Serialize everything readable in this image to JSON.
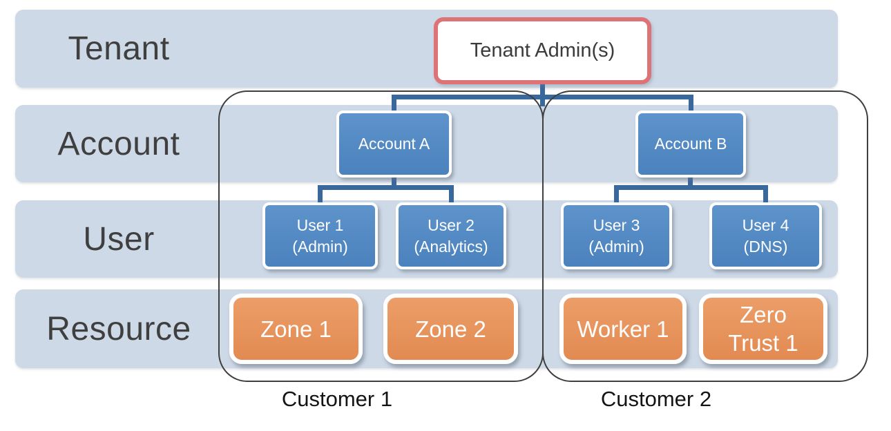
{
  "diagram": {
    "title_context": "Tenant account hierarchy diagram",
    "rows": [
      {
        "label": "Tenant"
      },
      {
        "label": "Account"
      },
      {
        "label": "User"
      },
      {
        "label": "Resource"
      }
    ],
    "tenant_admin": {
      "label": "Tenant Admin(s)"
    },
    "accounts": [
      {
        "label": "Account A"
      },
      {
        "label": "Account B"
      }
    ],
    "users": [
      {
        "line1": "User 1",
        "line2": "(Admin)"
      },
      {
        "line1": "User 2",
        "line2": "(Analytics)"
      },
      {
        "line1": "User 3",
        "line2": "(Admin)"
      },
      {
        "line1": "User 4",
        "line2": "(DNS)"
      }
    ],
    "resources": [
      {
        "line1": "Zone 1",
        "line2": ""
      },
      {
        "line1": "Zone 2",
        "line2": ""
      },
      {
        "line1": "Worker 1",
        "line2": ""
      },
      {
        "line1": "Zero",
        "line2": "Trust 1"
      }
    ],
    "groups": [
      {
        "label": "Customer 1"
      },
      {
        "label": "Customer 2"
      }
    ],
    "colors": {
      "row_band": "#cdd9e6",
      "node_blue": "#528ac2",
      "node_orange": "#e5945e",
      "admin_border": "#dd7377",
      "connector": "#38689c",
      "group_outline": "#3f3f3f",
      "row_label_text": "#3f3f3f",
      "node_text": "#ffffff"
    }
  }
}
